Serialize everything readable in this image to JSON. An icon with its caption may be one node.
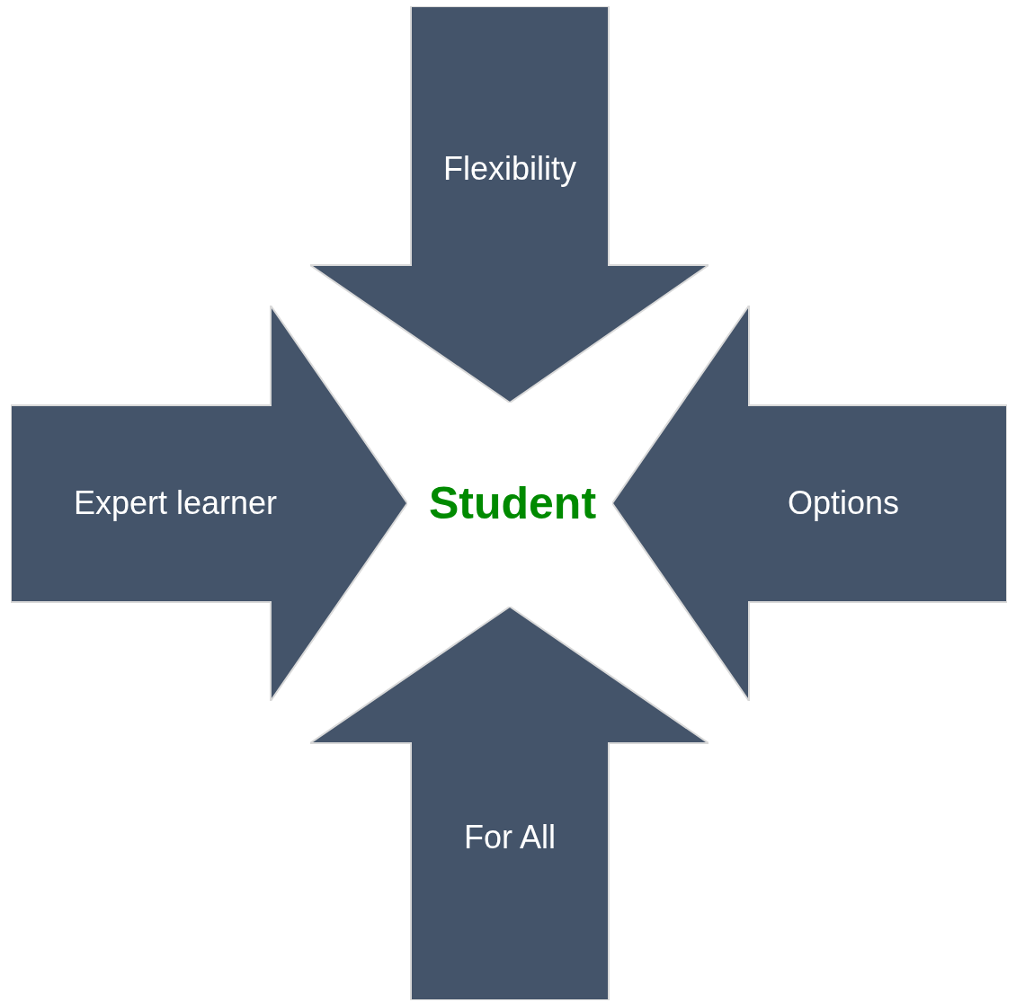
{
  "diagram": {
    "nodes": [
      {
        "text": [
          "Flexibility"
        ]
      },
      {
        "text": [
          "Expert learner"
        ]
      },
      {
        "text": [
          "Student"
        ]
      },
      {
        "text": [
          "Options"
        ]
      },
      {
        "text": [
          "For All"
        ]
      }
    ]
  }
}
